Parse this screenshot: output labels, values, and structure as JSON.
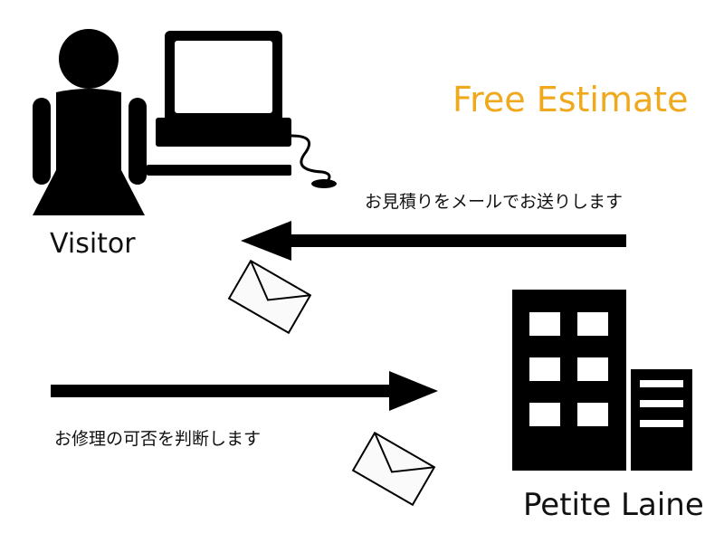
{
  "title": "Free Estimate",
  "colors": {
    "accent": "#f0a81c",
    "ink": "#000000",
    "envelope": "#fafafa"
  },
  "nodes": {
    "visitor": {
      "label": "Visitor",
      "icons": [
        "person-icon",
        "computer-icon"
      ]
    },
    "company": {
      "label": "Petite Laine",
      "icons": [
        "building-icon"
      ]
    }
  },
  "flows": {
    "to_visitor": {
      "label": "お見積りをメールでお送りします",
      "direction": "company-to-visitor",
      "icon": "envelope-icon"
    },
    "to_company": {
      "label": "お修理の可否を判断します",
      "direction": "visitor-to-company",
      "icon": "envelope-icon"
    }
  }
}
